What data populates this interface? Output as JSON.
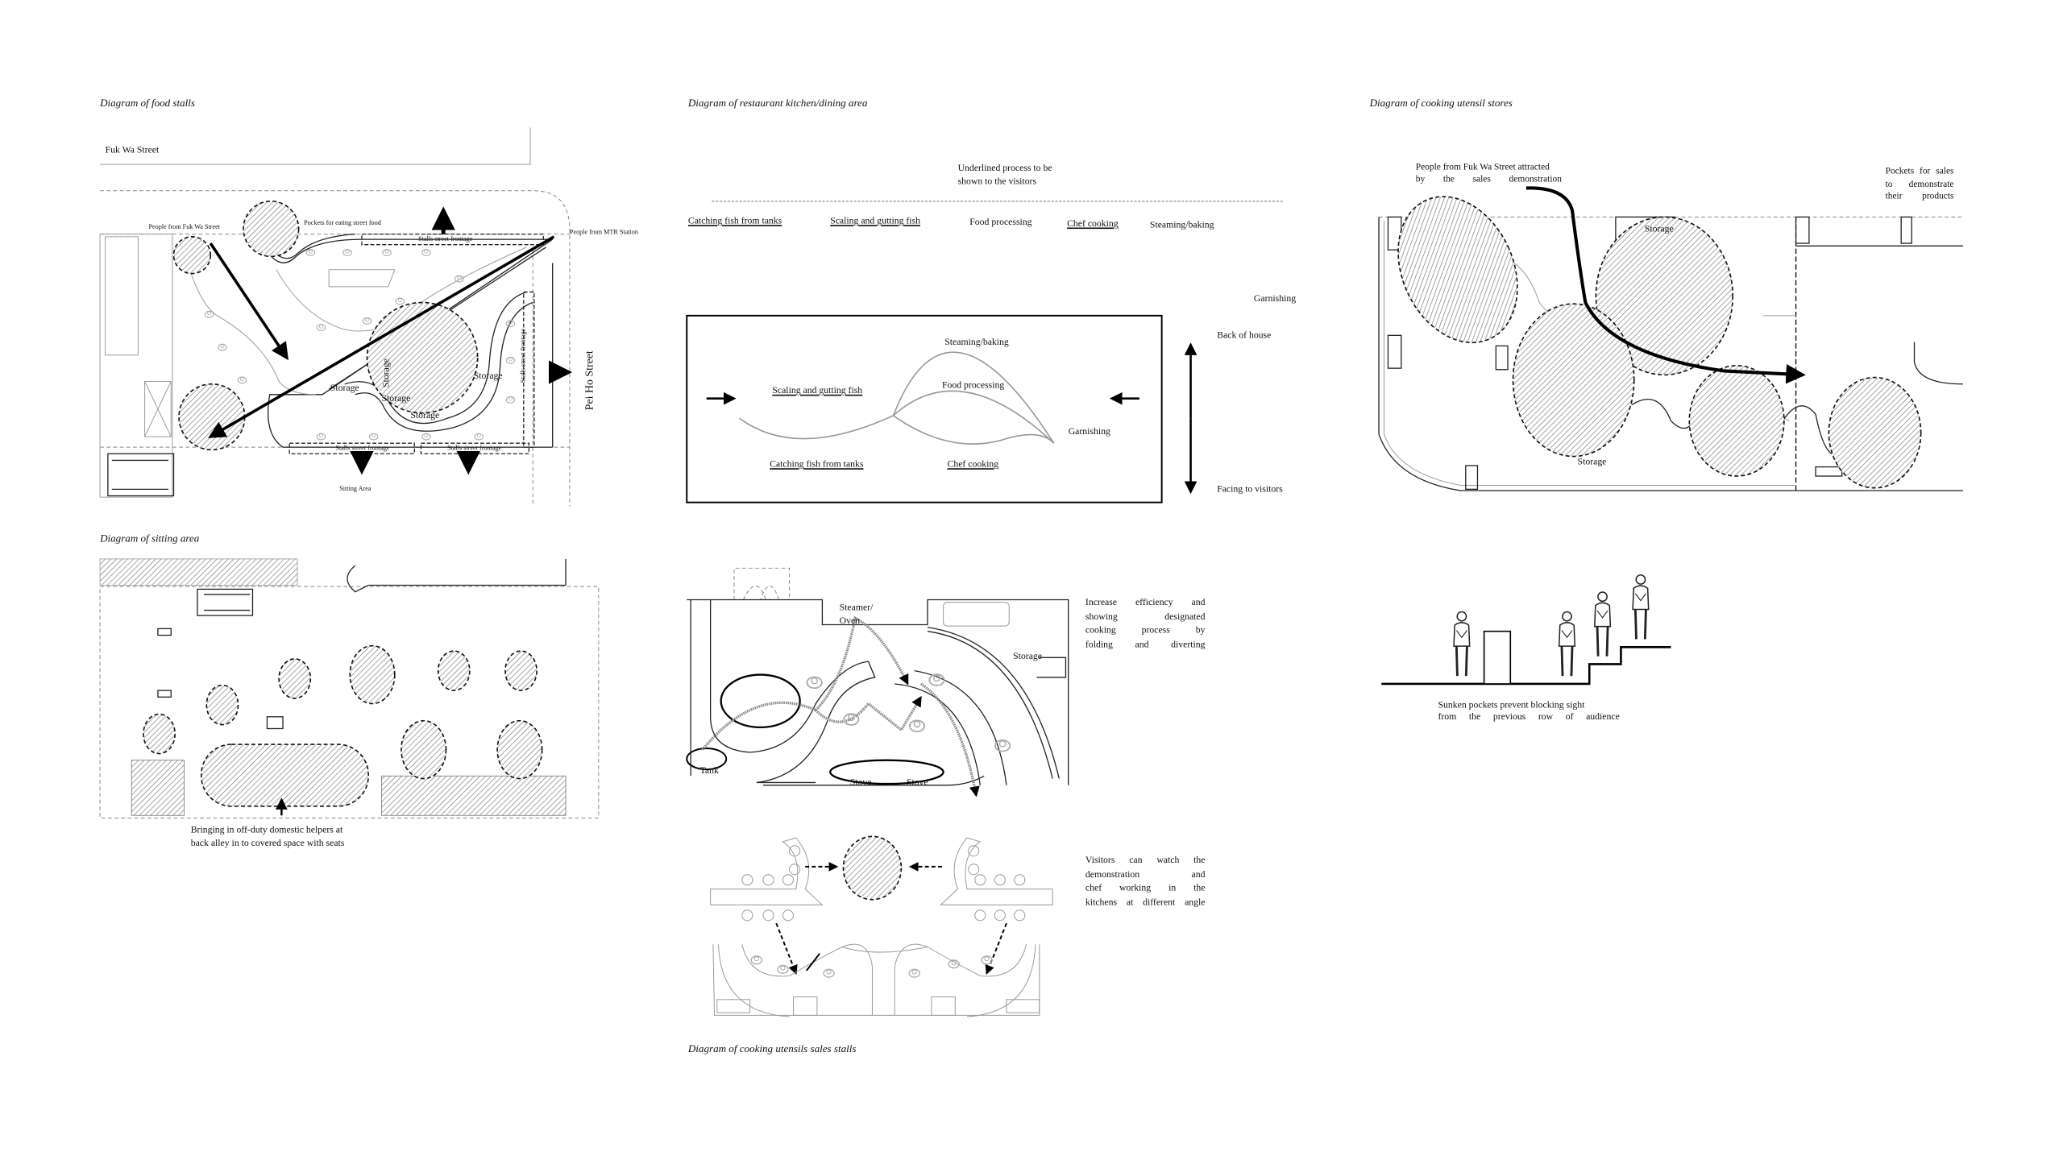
{
  "food_stalls": {
    "title": "Diagram of food stalls",
    "street_top": "Fuk Wa Street",
    "street_right": "Pei Ho Street",
    "people_fuk_wa": "People from Fuk Wa Street",
    "pockets": "Pockets for eating street food",
    "people_mtr": "People from MTR Station",
    "frontage_top": "Stalls street frontage",
    "frontage_right": "Stalls street frontage",
    "frontage_bottom_1": "Stalls street frontage",
    "frontage_bottom_2": "Stalls street frontage",
    "storage_labels": [
      "Storage",
      "Storage",
      "Storage",
      "Storage",
      "Storage"
    ],
    "sitting_area": "Sitting Area"
  },
  "sitting_area": {
    "title": "Diagram of sitting area",
    "caption_1": "Bringing in off-duty domestic helpers at",
    "caption_2": "back alley in to covered space with seats"
  },
  "kitchen": {
    "title": "Diagram of restaurant kitchen/dining area",
    "note_1": "Underlined process to be",
    "note_2": "shown to the visitors",
    "process_row": [
      "Catching fish from tanks",
      "Scaling and gutting fish",
      "Food processing",
      "Chef cooking",
      "Steaming/baking"
    ],
    "garnishing_top": "Garnishing",
    "flow": {
      "steaming": "Steaming/baking",
      "scaling": "Scaling and gutting fish",
      "food_processing": "Food processing",
      "garnishing": "Garnishing",
      "catching": "Catching fish from tanks",
      "chef": "Chef cooking"
    },
    "back_of_house": "Back of house",
    "facing_visitors": "Facing to visitors",
    "plan": {
      "steamer_1": "Steamer/",
      "steamer_2": "Oven",
      "storage": "Storage",
      "tank": "Tank",
      "stove_1": "Stove",
      "stove_2": "Stove"
    },
    "plan_note": [
      "Increase efficiency and",
      "showing designated",
      "cooking process by",
      "folding and diverting"
    ]
  },
  "sales_stalls": {
    "note": [
      "Visitors can watch the",
      "demonstration and",
      "chef working in the",
      "kitchens at different angle"
    ],
    "title": "Diagram of cooking utensils sales stalls"
  },
  "utensil_stores": {
    "title": "Diagram of cooking utensil stores",
    "people_1": "People from Fuk Wa Street attracted",
    "people_2": "by the sales demonstration",
    "pockets": [
      "Pockets for sales",
      "to demonstrate",
      "their products"
    ],
    "storage_top": "Storage",
    "storage_bottom": "Storage",
    "section_caption_1": "Sunken pockets prevent blocking sight",
    "section_caption_2": "from the previous row of audience"
  }
}
